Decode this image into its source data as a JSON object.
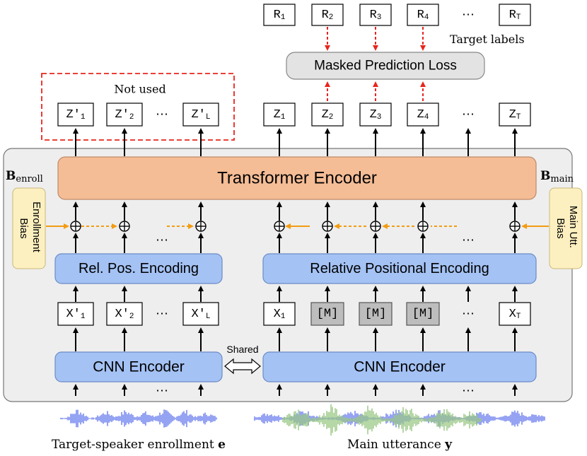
{
  "top_labels": [
    "R",
    "R",
    "R",
    "R",
    "R"
  ],
  "top_label_subs": [
    "1",
    "2",
    "3",
    "4",
    "T"
  ],
  "top_ellipsis": "⋯",
  "target_labels_caption": "Target labels",
  "masked_loss": "Masked Prediction Loss",
  "not_used": "Not used",
  "enroll_z": [
    "Z'",
    "Z'",
    "Z'"
  ],
  "enroll_z_subs": [
    "1",
    "2",
    "L"
  ],
  "main_z": [
    "Z",
    "Z",
    "Z",
    "Z",
    "Z"
  ],
  "main_z_subs": [
    "1",
    "2",
    "3",
    "4",
    "T"
  ],
  "transformer": "Transformer Encoder",
  "b_enroll": "B",
  "b_enroll_sub": "enroll",
  "b_main": "B",
  "b_main_sub": "main",
  "enrollment_bias": "Enrollment Bias",
  "main_utt_bias": "Main Utt. Bias",
  "rel_pos_short": "Rel. Pos. Encoding",
  "rel_pos_long": "Relative Positional Encoding",
  "enroll_x": [
    "X'",
    "X'",
    "X'"
  ],
  "enroll_x_subs": [
    "1",
    "2",
    "L"
  ],
  "main_x_first": "X",
  "main_x_first_sub": "1",
  "mask_token": "[M]",
  "main_x_last": "X",
  "main_x_last_sub": "T",
  "cnn_encoder": "CNN Encoder",
  "shared": "Shared",
  "caption_left": "Target-speaker enrollment",
  "caption_left_var": "e",
  "caption_right": "Main utterance",
  "caption_right_var": "y",
  "colors": {
    "transformer_fill": "#f5bd96",
    "encoder_fill": "#a4c2f4",
    "bias_fill": "#fdf0c0",
    "mask_fill": "#bdbdbd",
    "loss_fill": "#e3e3e3",
    "bias_arrow": "#f39c12",
    "loss_arrow": "#e8251d",
    "wave_blue": "#7b8cf0",
    "wave_green": "#93c47d",
    "outer_fill": "#eeeeee"
  }
}
